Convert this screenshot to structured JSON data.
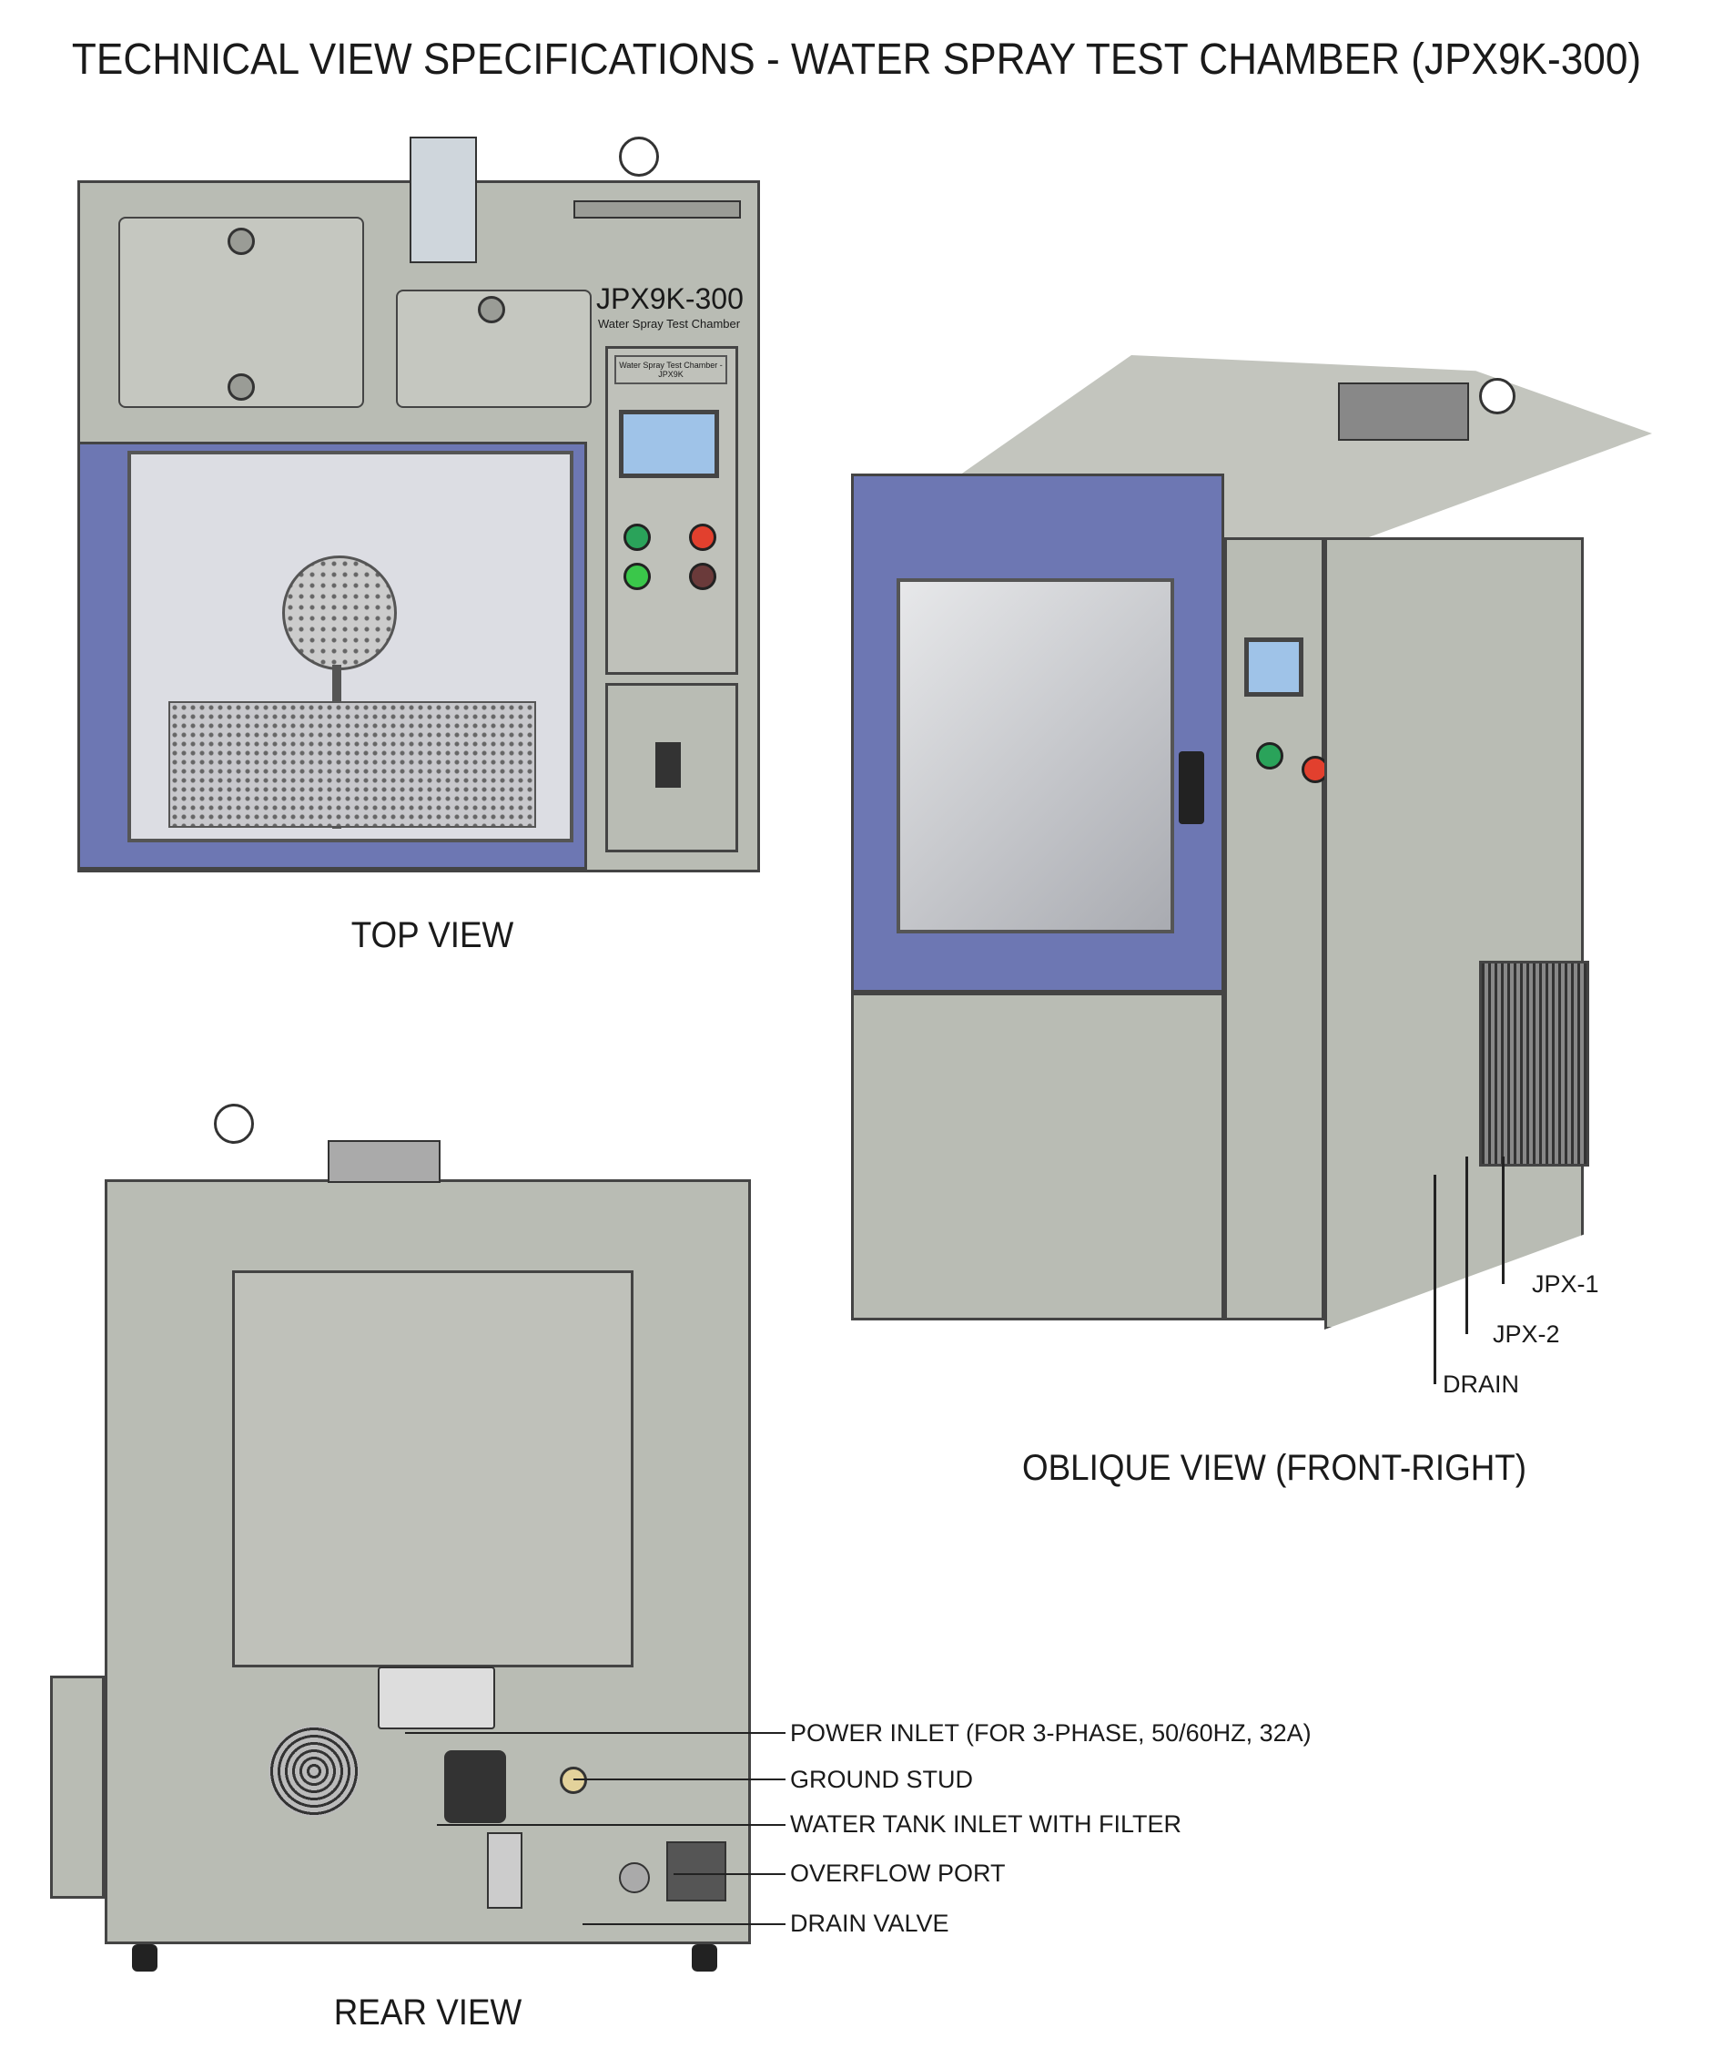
{
  "title": "TECHNICAL VIEW SPECIFICATIONS - WATER SPRAY TEST CHAMBER (JPX9K-300)",
  "top_view": {
    "label": "TOP VIEW",
    "model": "JPX9K-300",
    "subtitle": "Water Spray Test Chamber",
    "panel_header": "Water Spray Test Chamber - JPX9K"
  },
  "oblique_view": {
    "label": "OBLIQUE VIEW (FRONT-RIGHT)",
    "callouts": [
      "JPX-1",
      "JPX-2",
      "DRAIN"
    ]
  },
  "rear_view": {
    "label": "REAR VIEW",
    "callouts": [
      "POWER INLET (FOR 3-PHASE, 50/60HZ, 32A)",
      "GROUND STUD",
      "WATER TANK INLET WITH FILTER",
      "OVERFLOW PORT",
      "DRAIN VALVE"
    ]
  },
  "colors": {
    "body": "#b9bcb4",
    "door": "#6d77b3",
    "outline": "#333333"
  }
}
